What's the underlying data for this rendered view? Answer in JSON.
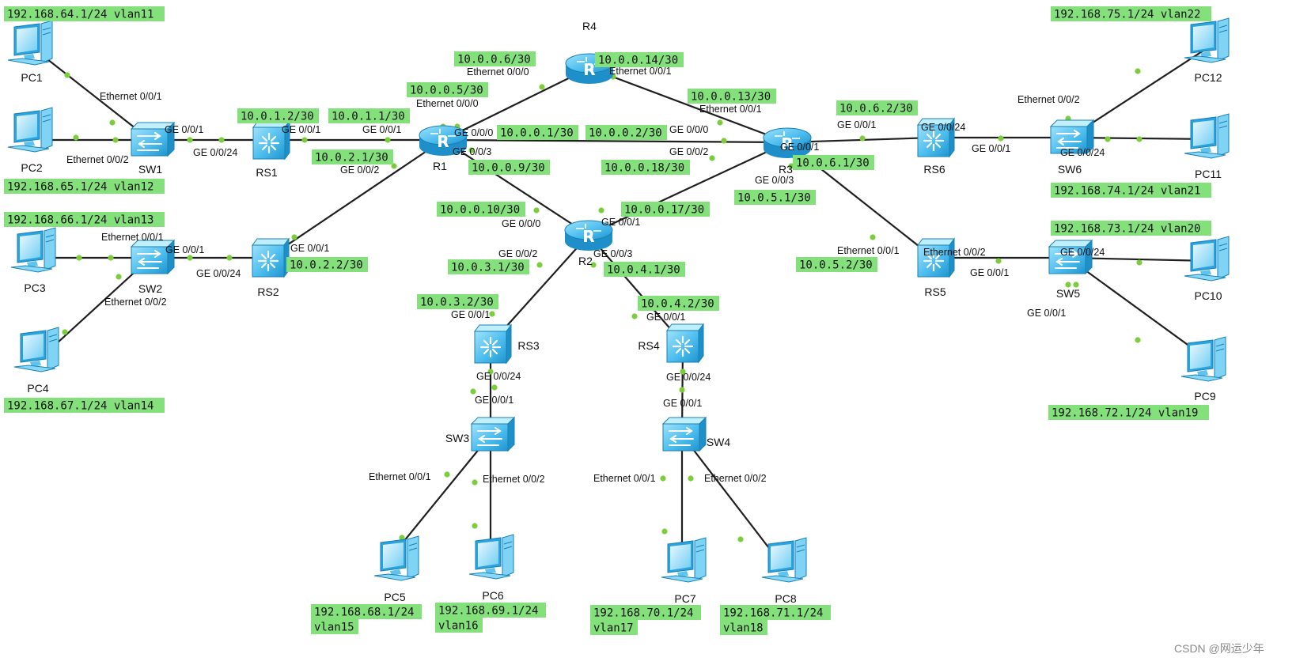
{
  "colors": {
    "link": "#1f1f1f",
    "port_dot": "#7ccd3c",
    "label_bg": "#84e07a",
    "device": "#3fb6ea"
  },
  "devices": [
    {
      "id": "R1",
      "type": "router",
      "name": "R1"
    },
    {
      "id": "R2",
      "type": "router",
      "name": "R2"
    },
    {
      "id": "R3",
      "type": "router",
      "name": "R3"
    },
    {
      "id": "R4",
      "type": "router",
      "name": "R4"
    },
    {
      "id": "RS1",
      "type": "l3switch",
      "name": "RS1"
    },
    {
      "id": "RS2",
      "type": "l3switch",
      "name": "RS2"
    },
    {
      "id": "RS3",
      "type": "l3switch",
      "name": "RS3"
    },
    {
      "id": "RS4",
      "type": "l3switch",
      "name": "RS4"
    },
    {
      "id": "RS5",
      "type": "l3switch",
      "name": "RS5"
    },
    {
      "id": "RS6",
      "type": "l3switch",
      "name": "RS6"
    },
    {
      "id": "SW1",
      "type": "switch",
      "name": "SW1"
    },
    {
      "id": "SW2",
      "type": "switch",
      "name": "SW2"
    },
    {
      "id": "SW3",
      "type": "switch",
      "name": "SW3"
    },
    {
      "id": "SW4",
      "type": "switch",
      "name": "SW4"
    },
    {
      "id": "SW5",
      "type": "switch",
      "name": "SW5"
    },
    {
      "id": "SW6",
      "type": "switch",
      "name": "SW6"
    },
    {
      "id": "PC1",
      "type": "pc",
      "name": "PC1"
    },
    {
      "id": "PC2",
      "type": "pc",
      "name": "PC2"
    },
    {
      "id": "PC3",
      "type": "pc",
      "name": "PC3"
    },
    {
      "id": "PC4",
      "type": "pc",
      "name": "PC4"
    },
    {
      "id": "PC5",
      "type": "pc",
      "name": "PC5"
    },
    {
      "id": "PC6",
      "type": "pc",
      "name": "PC6"
    },
    {
      "id": "PC7",
      "type": "pc",
      "name": "PC7"
    },
    {
      "id": "PC8",
      "type": "pc",
      "name": "PC8"
    },
    {
      "id": "PC9",
      "type": "pc",
      "name": "PC9"
    },
    {
      "id": "PC10",
      "type": "pc",
      "name": "PC10"
    },
    {
      "id": "PC11",
      "type": "pc",
      "name": "PC11"
    },
    {
      "id": "PC12",
      "type": "pc",
      "name": "PC12"
    }
  ],
  "links": [
    {
      "a": "R1",
      "b": "R4"
    },
    {
      "a": "R4",
      "b": "R3"
    },
    {
      "a": "R1",
      "b": "R3"
    },
    {
      "a": "R1",
      "b": "R2"
    },
    {
      "a": "R2",
      "b": "R3"
    },
    {
      "a": "R1",
      "b": "RS1"
    },
    {
      "a": "R1",
      "b": "RS2"
    },
    {
      "a": "R2",
      "b": "RS3"
    },
    {
      "a": "R2",
      "b": "RS4"
    },
    {
      "a": "R3",
      "b": "RS6"
    },
    {
      "a": "R3",
      "b": "RS5"
    },
    {
      "a": "RS1",
      "b": "SW1"
    },
    {
      "a": "SW1",
      "b": "PC1"
    },
    {
      "a": "SW1",
      "b": "PC2"
    },
    {
      "a": "RS2",
      "b": "SW2"
    },
    {
      "a": "SW2",
      "b": "PC3"
    },
    {
      "a": "SW2",
      "b": "PC4"
    },
    {
      "a": "RS3",
      "b": "SW3"
    },
    {
      "a": "SW3",
      "b": "PC5"
    },
    {
      "a": "SW3",
      "b": "PC6"
    },
    {
      "a": "RS4",
      "b": "SW4"
    },
    {
      "a": "SW4",
      "b": "PC7"
    },
    {
      "a": "SW4",
      "b": "PC8"
    },
    {
      "a": "RS5",
      "b": "SW5"
    },
    {
      "a": "SW5",
      "b": "PC10"
    },
    {
      "a": "SW5",
      "b": "PC9"
    },
    {
      "a": "RS6",
      "b": "SW6"
    },
    {
      "a": "SW6",
      "b": "PC12"
    },
    {
      "a": "SW6",
      "b": "PC11"
    }
  ],
  "port_labels": [
    "Ethernet 0/0/1",
    "Ethernet 0/0/2",
    "GE 0/0/1",
    "GE 0/0/24",
    "GE 0/0/1",
    "GE 0/0/1",
    "GE 0/0/2",
    "Ethernet 0/0/0",
    "GE 0/0/0",
    "GE 0/0/3",
    "Ethernet 0/0/0",
    "Ethernet 0/0/1",
    "Ethernet 0/0/1",
    "GE 0/0/0",
    "GE 0/0/2",
    "GE 0/0/1",
    "GE 0/0/3",
    "GE 0/0/0",
    "GE 0/0/1",
    "GE 0/0/2",
    "GE 0/0/3",
    "Ethernet 0/0/1",
    "GE 0/0/1",
    "GE 0/0/24",
    "Ethernet 0/0/2",
    "GE 0/0/1",
    "GE 0/0/1",
    "GE 0/0/24",
    "GE 0/0/1",
    "Ethernet 0/0/1",
    "Ethernet 0/0/2",
    "GE 0/0/1",
    "GE 0/0/24",
    "GE 0/0/1",
    "Ethernet 0/0/1",
    "Ethernet 0/0/2",
    "GE 0/0/1",
    "GE 0/0/24",
    "GE 0/0/1",
    "GE 0/0/24",
    "Ethernet 0/0/2",
    "Ethernet 0/0/1",
    "Ethernet 0/0/2",
    "GE 0/0/1",
    "GE 0/0/24",
    "GE 0/0/1",
    "Ethernet 0/0/2",
    "Ethernet 0/0/1"
  ],
  "ip_labels": [
    "192.168.64.1/24 vlan11",
    "192.168.65.1/24 vlan12",
    "192.168.66.1/24 vlan13",
    "192.168.67.1/24 vlan14",
    "192.168.68.1/24",
    "vlan15",
    "192.168.69.1/24",
    "vlan16",
    "192.168.70.1/24",
    "vlan17",
    "192.168.71.1/24",
    "vlan18",
    "192.168.72.1/24 vlan19",
    "192.168.73.1/24 vlan20",
    "192.168.74.1/24 vlan21",
    "192.168.75.1/24 vlan22",
    "10.0.1.2/30",
    "10.0.1.1/30",
    "10.0.2.1/30",
    "10.0.2.2/30",
    "10.0.0.6/30",
    "10.0.0.5/30",
    "10.0.0.14/30",
    "10.0.0.13/30",
    "10.0.0.1/30",
    "10.0.0.2/30",
    "10.0.0.9/30",
    "10.0.0.10/30",
    "10.0.0.18/30",
    "10.0.0.17/30",
    "10.0.3.1/30",
    "10.0.3.2/30",
    "10.0.4.1/30",
    "10.0.4.2/30",
    "10.0.6.2/30",
    "10.0.6.1/30",
    "10.0.5.1/30",
    "10.0.5.2/30"
  ],
  "credit": "CSDN @网运少年"
}
